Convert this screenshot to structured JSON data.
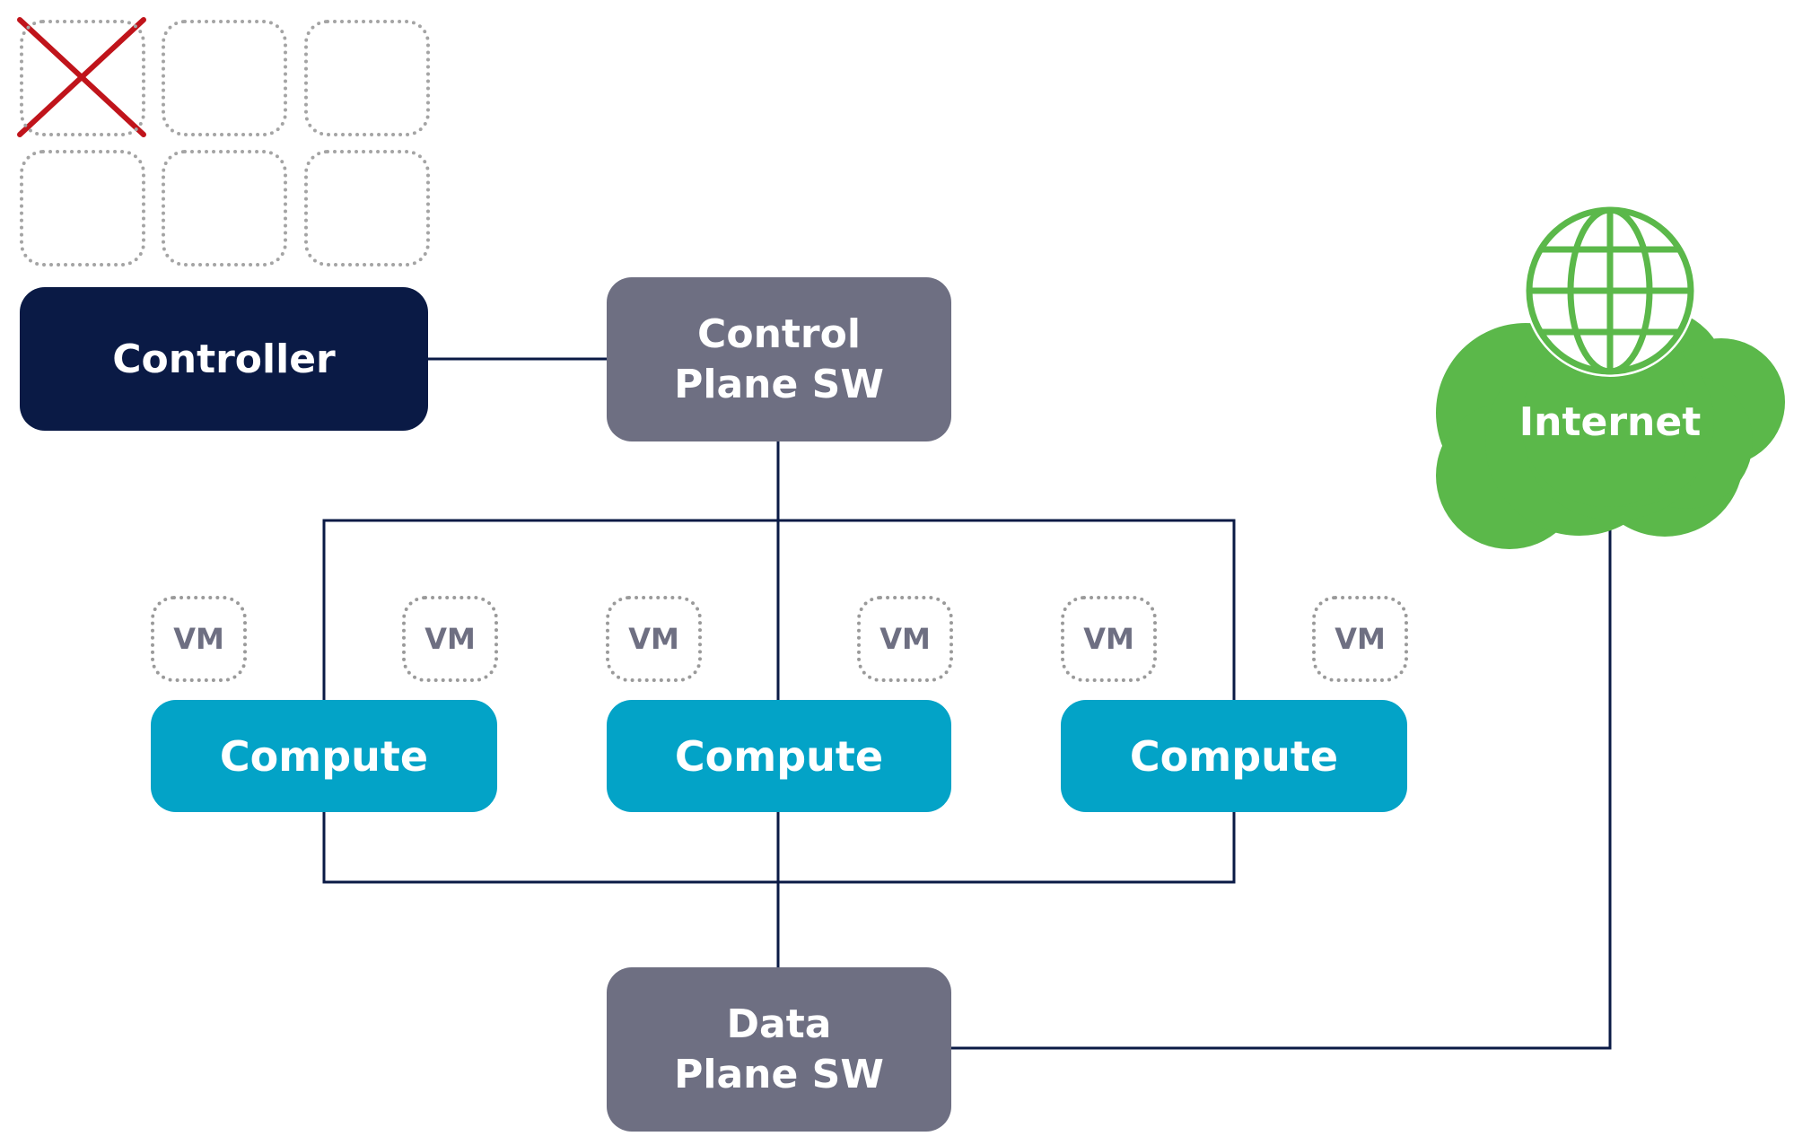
{
  "diagram": {
    "controller": {
      "label": "Controller"
    },
    "control_switch": {
      "label_line1": "Control",
      "label_line2": "Plane SW"
    },
    "data_switch": {
      "label_line1": "Data",
      "label_line2": "Plane SW"
    },
    "compute_nodes": [
      {
        "label": "Compute",
        "vms": [
          "VM",
          "VM"
        ]
      },
      {
        "label": "Compute",
        "vms": [
          "VM",
          "VM"
        ]
      },
      {
        "label": "Compute",
        "vms": [
          "VM",
          "VM"
        ]
      }
    ],
    "internet": {
      "label": "Internet",
      "icon": "globe-cloud-icon"
    },
    "controller_slots": {
      "total": 6,
      "failed": 1,
      "failed_icon": "red-x-icon"
    },
    "colors": {
      "controller": "#0a1a45",
      "switch": "#6e6f82",
      "compute": "#03a3c7",
      "internet": "#5bb84a",
      "wire": "#0a1a45",
      "failure": "#c0141b"
    }
  }
}
